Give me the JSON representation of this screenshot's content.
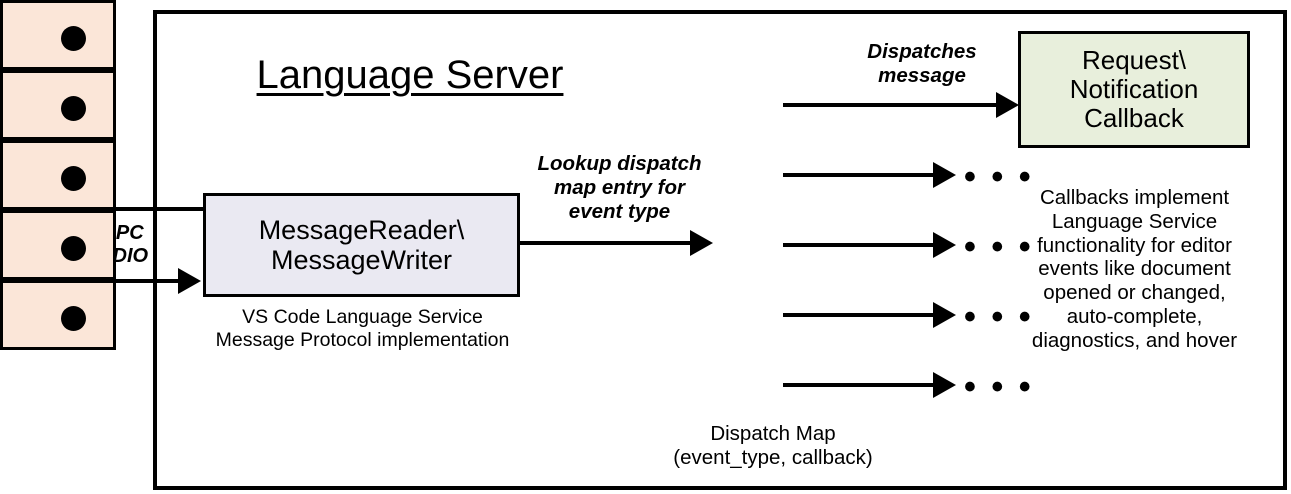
{
  "diagram": {
    "title": "Language Server",
    "components": {
      "reader": {
        "label": "MessageReader\\\nMessageWriter",
        "caption": "VS Code Language Service\nMessage Protocol implementation",
        "fill": "#eae9f2"
      },
      "dispatch_map": {
        "caption": "Dispatch Map\n(event_type, callback)",
        "fill": "#fbe6d8",
        "rows": 5,
        "row_marker": "filled-dot"
      },
      "callback": {
        "label": "Request\\\nNotification\nCallback",
        "caption": "Callbacks implement Language Service functionality for editor events like document opened or changed, auto-complete, diagnostics, and hover",
        "caption_lines": "Callbacks implement\nLanguage Service\nfunctionality for editor\nevents like document\nopened or changed,\nauto-complete,\ndiagnostics, and hover",
        "fill": "#e8efdc"
      }
    },
    "edges": {
      "external_io": "JSON-RPC\nOver STDIO",
      "lookup": "Lookup dispatch\nmap entry for\nevent type",
      "dispatch": "Dispatches\nmessage",
      "ellipsis": "• • •",
      "ellipsis_count": 4
    },
    "colors": {
      "stroke": "#000000",
      "background": "#ffffff",
      "reader_fill": "#eae9f2",
      "map_fill": "#fbe6d8",
      "callback_fill": "#e8efdc"
    }
  }
}
